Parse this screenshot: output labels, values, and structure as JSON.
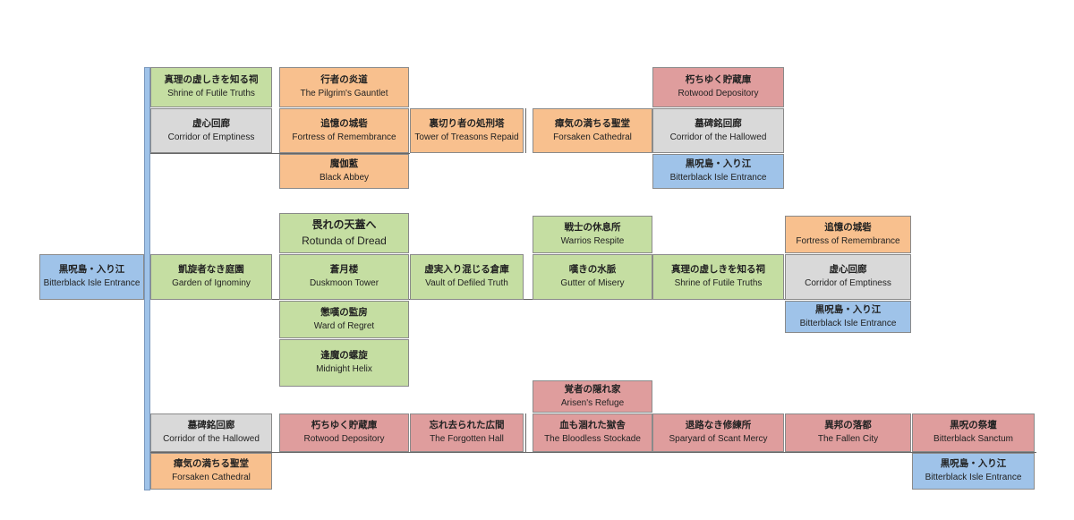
{
  "palette": {
    "green": "#c5dea2",
    "orange": "#f8c08e",
    "red": "#df9d9d",
    "gray": "#d9d9d9",
    "blue": "#9fc3e9"
  },
  "areas": [
    {
      "id": "entrance-left",
      "jp": "黒呪島・入り江",
      "en": "Bitterblack Isle Entrance",
      "color": "blue"
    },
    {
      "id": "shrine-futile-top",
      "jp": "真理の虚しきを知る祠",
      "en": "Shrine of Futile Truths",
      "color": "green"
    },
    {
      "id": "pilgrims-gauntlet",
      "jp": "行者の炎道",
      "en": "The Pilgrim's Gauntlet",
      "color": "orange"
    },
    {
      "id": "rotwood-top",
      "jp": "朽ちゆく貯蔵庫",
      "en": "Rotwood Depository",
      "color": "red"
    },
    {
      "id": "corridor-emptiness-top",
      "jp": "虚心回廊",
      "en": "Corridor of Emptiness",
      "color": "gray"
    },
    {
      "id": "fortress-remembrance-top",
      "jp": "追憶の城砦",
      "en": "Fortress of Remembrance",
      "color": "orange"
    },
    {
      "id": "tower-treasons",
      "jp": "裏切り者の処刑塔",
      "en": "Tower of Treasons Repaid",
      "color": "orange"
    },
    {
      "id": "forsaken-cathedral-top",
      "jp": "瘴気の満ちる聖堂",
      "en": "Forsaken Cathedral",
      "color": "orange"
    },
    {
      "id": "corridor-hallowed-top",
      "jp": "墓碑銘回廊",
      "en": "Corridor of the Hallowed",
      "color": "gray"
    },
    {
      "id": "black-abbey",
      "jp": "魔伽藍",
      "en": "Black Abbey",
      "color": "orange"
    },
    {
      "id": "entrance-top",
      "jp": "黒呪島・入り江",
      "en": "Bitterblack Isle Entrance",
      "color": "blue"
    },
    {
      "id": "rotunda-dread",
      "jp": "畏れの天蓋へ",
      "en": "Rotunda of Dread",
      "color": "green"
    },
    {
      "id": "warrios-respite",
      "jp": "戦士の休息所",
      "en": "Warrios Respite",
      "color": "green"
    },
    {
      "id": "fortress-remembrance-mid",
      "jp": "追憶の城砦",
      "en": "Fortress of Remembrance",
      "color": "orange"
    },
    {
      "id": "garden-ignominy",
      "jp": "凱旋者なき庭園",
      "en": "Garden of Ignominy",
      "color": "green"
    },
    {
      "id": "duskmoon-tower",
      "jp": "蒼月楼",
      "en": "Duskmoon Tower",
      "color": "green"
    },
    {
      "id": "vault-defiled",
      "jp": "虚実入り混じる倉庫",
      "en": "Vault of Defiled Truth",
      "color": "green"
    },
    {
      "id": "gutter-misery",
      "jp": "嘆きの水脈",
      "en": "Gutter of Misery",
      "color": "green"
    },
    {
      "id": "shrine-futile-mid",
      "jp": "真理の虚しきを知る祠",
      "en": "Shrine of Futile Truths",
      "color": "green"
    },
    {
      "id": "corridor-emptiness-mid",
      "jp": "虚心回廊",
      "en": "Corridor of Emptiness",
      "color": "gray"
    },
    {
      "id": "ward-regret",
      "jp": "懲嘆の監房",
      "en": "Ward of Regret",
      "color": "green"
    },
    {
      "id": "entrance-mid",
      "jp": "黒呪島・入り江",
      "en": "Bitterblack Isle Entrance",
      "color": "blue"
    },
    {
      "id": "midnight-helix",
      "jp": "逢魔の螺旋",
      "en": "Midnight Helix",
      "color": "green"
    },
    {
      "id": "arisens-refuge",
      "jp": "覚者の隠れ家",
      "en": "Arisen's Refuge",
      "color": "red"
    },
    {
      "id": "corridor-hallowed-bottom",
      "jp": "墓碑銘回廊",
      "en": "Corridor of the Hallowed",
      "color": "gray"
    },
    {
      "id": "rotwood-bottom",
      "jp": "朽ちゆく貯蔵庫",
      "en": "Rotwood Depository",
      "color": "red"
    },
    {
      "id": "forgotten-hall",
      "jp": "忘れ去られた広間",
      "en": "The Forgotten Hall",
      "color": "red"
    },
    {
      "id": "bloodless-stockade",
      "jp": "血も涸れた獄舎",
      "en": "The Bloodless Stockade",
      "color": "red"
    },
    {
      "id": "sparyard-scant-mercy",
      "jp": "退路なき修練所",
      "en": "Sparyard of Scant Mercy",
      "color": "red"
    },
    {
      "id": "fallen-city",
      "jp": "異邦の落都",
      "en": "The Fallen City",
      "color": "red"
    },
    {
      "id": "bitterblack-sanctum",
      "jp": "黒呪の祭壇",
      "en": "Bitterblack Sanctum",
      "color": "red"
    },
    {
      "id": "forsaken-cathedral-bottom",
      "jp": "瘴気の満ちる聖堂",
      "en": "Forsaken Cathedral",
      "color": "orange"
    },
    {
      "id": "entrance-bottom",
      "jp": "黒呪島・入り江",
      "en": "Bitterblack Isle Entrance",
      "color": "blue"
    }
  ]
}
